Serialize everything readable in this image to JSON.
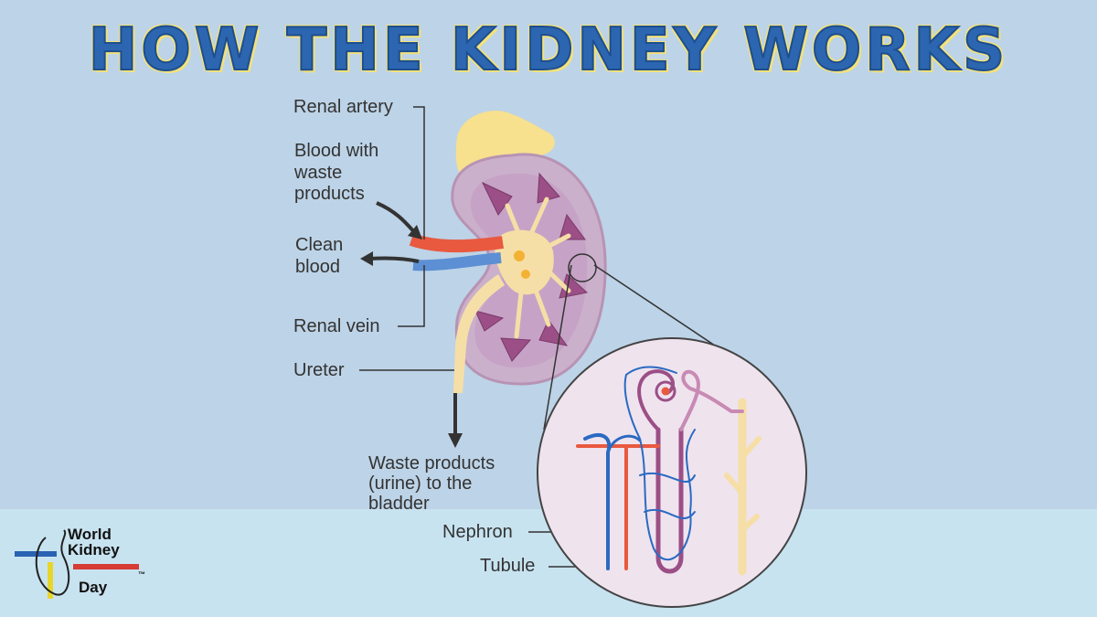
{
  "title": "HOW THE KIDNEY WORKS",
  "labels": {
    "renal_artery": "Renal artery",
    "blood_waste_1": "Blood with",
    "blood_waste_2": "waste",
    "blood_waste_3": "products",
    "clean_blood_1": "Clean",
    "clean_blood_2": "blood",
    "renal_vein": "Renal vein",
    "ureter": "Ureter",
    "waste_1": "Waste products",
    "waste_2": "(urine) to the",
    "waste_3": "bladder",
    "nephron": "Nephron",
    "tubule": "Tubule"
  },
  "logo": {
    "line1": "World",
    "line2": "Kidney",
    "line3": "Day",
    "mark": "™"
  },
  "colors": {
    "artery": "#e8593f",
    "vein": "#5c8fd3",
    "ureter": "#f6dfa6",
    "kidney": "#c9a6c4",
    "title": "#2d66b0"
  }
}
